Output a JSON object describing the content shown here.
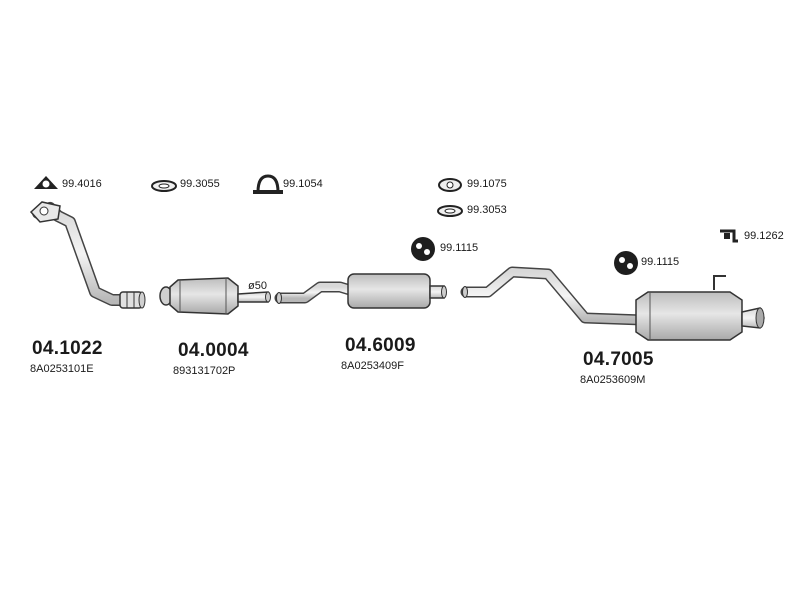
{
  "accessories": [
    {
      "code": "99.4016",
      "icon": "triangle-gasket-icon"
    },
    {
      "code": "99.3055",
      "icon": "ring-gasket-icon"
    },
    {
      "code": "99.1054",
      "icon": "clamp-icon"
    },
    {
      "code": "99.1075",
      "icon": "flange-gasket-icon"
    },
    {
      "code": "99.3053",
      "icon": "ring-gasket-icon"
    },
    {
      "code": "99.1115",
      "icon": "rubber-mount-icon"
    },
    {
      "code": "99.1115",
      "icon": "rubber-mount-icon"
    },
    {
      "code": "99.1262",
      "icon": "bracket-icon"
    }
  ],
  "parts": [
    {
      "number": "04.1022",
      "oem": "8A0253101E",
      "name": "front-pipe"
    },
    {
      "number": "04.0004",
      "oem": "893131702P",
      "name": "catalytic-converter"
    },
    {
      "number": "04.6009",
      "oem": "8A0253409F",
      "name": "middle-silencer"
    },
    {
      "number": "04.7005",
      "oem": "8A0253609M",
      "name": "rear-silencer"
    }
  ],
  "diameter_label": "ø50"
}
